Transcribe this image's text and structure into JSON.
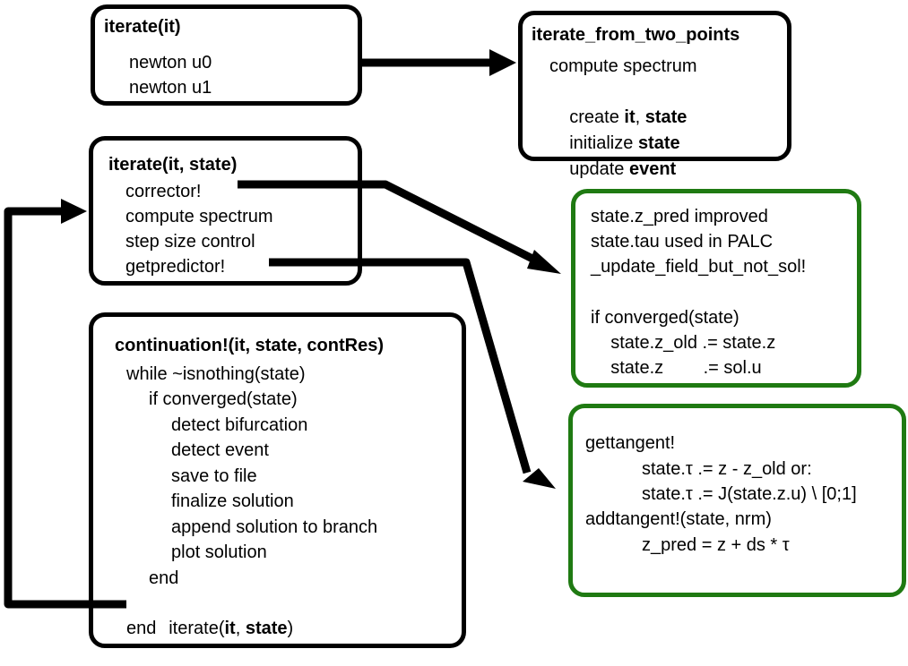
{
  "colors": {
    "border": "#000000",
    "green_border": "#1f7a12",
    "arrow": "#000000"
  },
  "box_iterate": {
    "title": "iterate(it)",
    "lines": [
      "newton u0",
      "newton u1"
    ]
  },
  "box_from_two": {
    "title": "iterate_from_two_points",
    "l1": "compute spectrum",
    "l2_pre": "create ",
    "l2_b1": "it",
    "l2_mid": ", ",
    "l2_b2": "state",
    "l3_pre": "initialize ",
    "l3_b": "state",
    "l4_pre": "update ",
    "l4_b": "event"
  },
  "box_iterate_state": {
    "title": "iterate(it, state)",
    "lines": [
      "corrector!",
      "compute spectrum",
      "step size control",
      "getpredictor!"
    ]
  },
  "box_corrector": {
    "lines": [
      "state.z_pred improved",
      "state.tau used in PALC",
      "_update_field_but_not_sol!",
      "if converged(state)",
      "    state.z_old .= state.z",
      "    state.z        .= sol.u"
    ]
  },
  "box_predictor": {
    "lines": [
      "gettangent!",
      "state.τ .= z - z_old or:",
      "state.τ .= J(state.z.u) \\ [0;1]",
      "addtangent!(state, nrm)",
      "z_pred = z + ds * τ"
    ]
  },
  "box_continuation": {
    "title": "continuation!(it, state, contRes)",
    "lines": [
      "while ~isnothing(state)",
      "if converged(state)",
      "detect bifurcation",
      "detect event",
      "save to file",
      "finalize solution",
      "append solution to branch",
      "plot solution",
      "end"
    ],
    "iter_pre": "iterate(",
    "iter_b1": "it",
    "iter_mid": ", ",
    "iter_b2": "state",
    "iter_post": ")",
    "end_label": "end"
  }
}
